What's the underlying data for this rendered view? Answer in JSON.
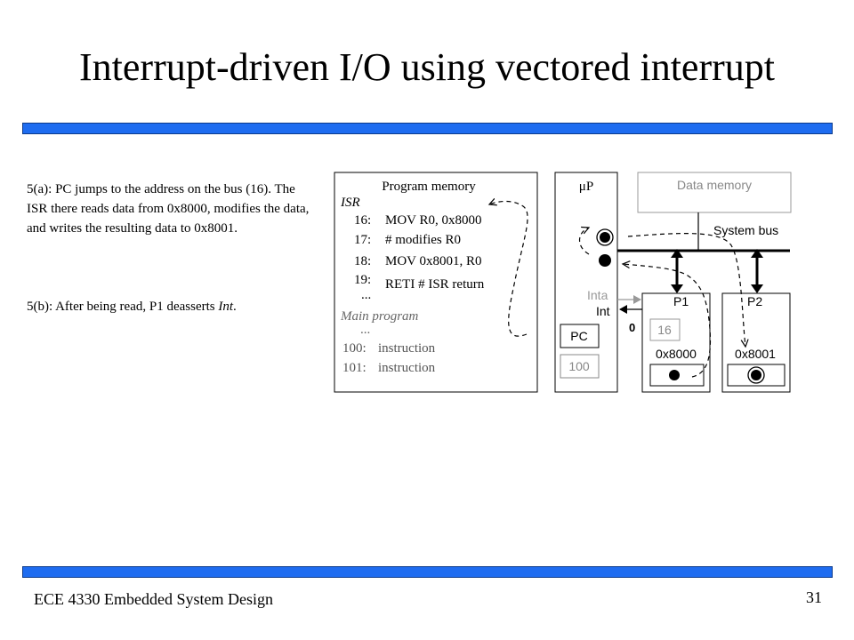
{
  "slide": {
    "title": "Interrupt-driven I/O using vectored interrupt",
    "footer": "ECE 4330 Embedded System Design",
    "page_number": "31",
    "accent_color": "#1e6cf0"
  },
  "description": {
    "step_a": "5(a): PC jumps to the address on the bus (16).  The ISR there reads data from 0x8000, modifies the data, and writes the resulting data to 0x8001.",
    "step_b_prefix": "5(b): After being read, P1 deasserts ",
    "step_b_italic": "Int",
    "step_b_suffix": "."
  },
  "diagram": {
    "program_memory": {
      "label": "Program memory",
      "isr_label": "ISR",
      "isr_lines": [
        {
          "num": "16:",
          "code": "MOV R0, 0x8000"
        },
        {
          "num": "17:",
          "code": "# modifies R0"
        },
        {
          "num": "18:",
          "code": "MOV 0x8001, R0"
        },
        {
          "num": "19:",
          "code": "RETI  # ISR return"
        }
      ],
      "ellipsis1": "...",
      "main_label": "Main program",
      "ellipsis2": "...",
      "main_lines": [
        {
          "num": "100:",
          "code": "instruction"
        },
        {
          "num": "101:",
          "code": "instruction"
        }
      ]
    },
    "microprocessor": {
      "label": "μP",
      "inta_label": "Inta",
      "int_label": "Int",
      "int_value": "0",
      "pc_label": "PC",
      "pc_value": "100"
    },
    "data_memory": {
      "label": "Data memory"
    },
    "system_bus": {
      "label": "System bus"
    },
    "p1": {
      "label": "P1",
      "vector": "16",
      "address": "0x8000"
    },
    "p2": {
      "label": "P2",
      "address": "0x8001"
    }
  }
}
